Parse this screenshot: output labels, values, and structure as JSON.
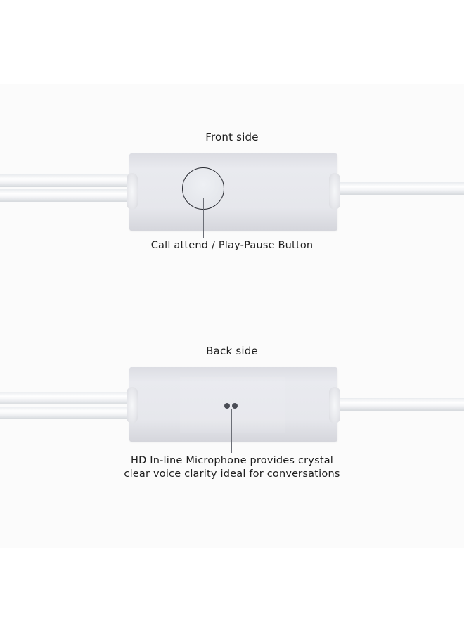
{
  "front": {
    "title": "Front side",
    "button_caption": "Call attend / Play-Pause Button",
    "button_icon": "round-push-button"
  },
  "back": {
    "title": "Back side",
    "mic_caption_line1": "HD In-line Microphone provides crystal",
    "mic_caption_line2": "clear voice clarity ideal for conversations",
    "mic_icon": "two-dot-microphone-holes"
  },
  "colors": {
    "background": "#ffffff",
    "band": "#fbfbfb",
    "module": "#e6e7ec",
    "ring": "#2a2c33",
    "mic": "#4a4d55",
    "text": "#1e1e1e"
  }
}
